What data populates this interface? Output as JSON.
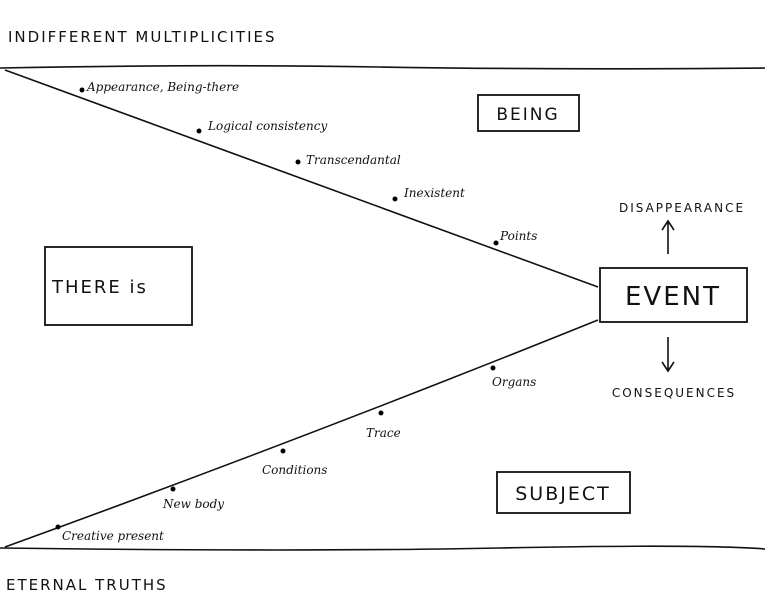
{
  "top_label": "INDIFFERENT MULTIPLICITIES",
  "bottom_label": "ETERNAL TRUTHS",
  "boxes": {
    "being": "BEING",
    "there_is": "THERE is",
    "event": "EVENT",
    "subject": "SUBJECT"
  },
  "event_outcomes": {
    "up": "DISAPPEARANCE",
    "down": "CONSEQUENCES"
  },
  "being_line_points": [
    "Appearance, Being-there",
    "Logical consistency",
    "Transcendantal",
    "Inexistent",
    "Points"
  ],
  "subject_line_points": [
    "Creative present",
    "New body",
    "Conditions",
    "Trace",
    "Organs"
  ]
}
